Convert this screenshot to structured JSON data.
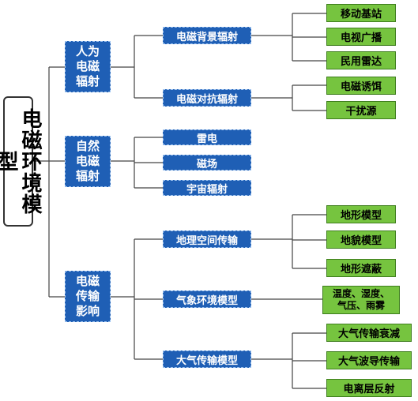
{
  "root": {
    "label": "电磁环境模型"
  },
  "branches": [
    {
      "label": "人为电磁辐射",
      "children": [
        {
          "label": "电磁背景辐射",
          "items": [
            "移动基站",
            "电视广播",
            "民用雷达"
          ]
        },
        {
          "label": "电磁对抗辐射",
          "items": [
            "电磁诱饵",
            "干扰源"
          ]
        }
      ]
    },
    {
      "label": "自然电磁辐射",
      "children": [
        {
          "label": "雷电",
          "items": []
        },
        {
          "label": "磁场",
          "items": []
        },
        {
          "label": "宇宙辐射",
          "items": []
        }
      ]
    },
    {
      "label": "电磁传输影响",
      "children": [
        {
          "label": "地理空间传输",
          "items": [
            "地形模型",
            "地貌模型",
            "地形遮蔽"
          ]
        },
        {
          "label": "气象环境模型",
          "items": [
            "温度、湿度、气压、雨雾"
          ]
        },
        {
          "label": "大气传输模型",
          "items": [
            "大气传输衰减",
            "大气波导传输",
            "电离层反射"
          ]
        }
      ]
    }
  ],
  "colors": {
    "blue_box": "#1f5fb5",
    "green_box": "#76c43f",
    "line": "#444444"
  }
}
